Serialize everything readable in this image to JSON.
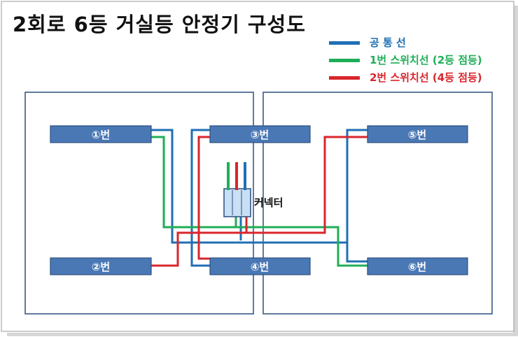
{
  "title": "2회로 6등 거실등 안정기 구성도",
  "legend": [
    {
      "label": "공 통 선",
      "color": "#1f6fb4"
    },
    {
      "label": "1번 스위치선 (2등 점등)",
      "color": "#1fae57"
    },
    {
      "label": "2번 스위치선 (4등 점등)",
      "color": "#d8262c"
    }
  ],
  "lamps": [
    {
      "id": "1",
      "label": "①번"
    },
    {
      "id": "2",
      "label": "②번"
    },
    {
      "id": "3",
      "label": "③번"
    },
    {
      "id": "4",
      "label": "④번"
    },
    {
      "id": "5",
      "label": "⑤번"
    },
    {
      "id": "6",
      "label": "⑥번"
    }
  ],
  "connector": {
    "label": "커넥터"
  },
  "colors": {
    "lamp_fill": "#4a78b5",
    "lamp_stroke": "#2c4f7e",
    "panel_stroke": "#2c4f7e",
    "common": "#1f6fb4",
    "switch1": "#1fae57",
    "switch2": "#d8262c",
    "connector_fill": "#c8dff5"
  }
}
